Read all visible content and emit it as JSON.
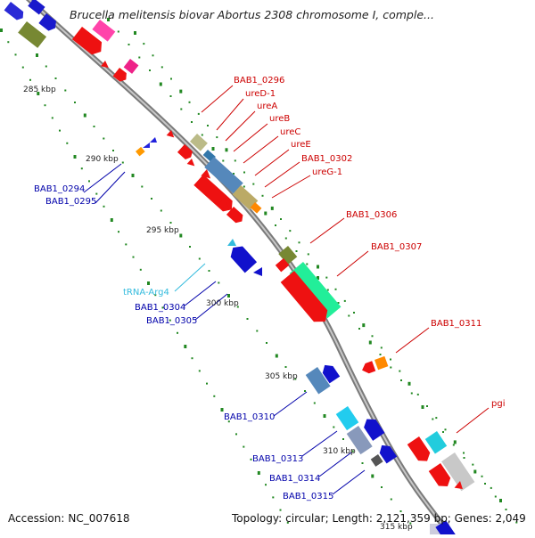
{
  "title": "Brucella melitensis biovar Abortus 2308 chromosome I, comple...",
  "accession": {
    "label": "Accession:",
    "value": "NC_007618"
  },
  "topology": {
    "label": "Topology:",
    "value": "circular; Length: 2,121,359 bp; Genes: 2,049"
  },
  "kbp_labels": [
    "285 kbp",
    "290 kbp",
    "295 kbp",
    "300 kbp",
    "305 kbp",
    "310 kbp",
    "315 kbp"
  ],
  "forward_gene_labels": [
    "BAB1_0296",
    "ureD-1",
    "ureA",
    "ureB",
    "ureC",
    "ureE",
    "BAB1_0302",
    "ureG-1",
    "BAB1_0306",
    "BAB1_0307",
    "BAB1_0311",
    "pgi"
  ],
  "reverse_gene_labels": [
    "BAB1_0294",
    "BAB1_0295",
    "tRNA-Arg4",
    "BAB1_0304",
    "BAB1_0305",
    "BAB1_0310",
    "BAB1_0313",
    "BAB1_0314",
    "BAB1_0315"
  ],
  "colors": {
    "forward_label": "#cc0000",
    "reverse_label": "#0000aa",
    "trna_label": "#33bbdd",
    "backbone": "#888888",
    "tick_dots": "#228822"
  }
}
